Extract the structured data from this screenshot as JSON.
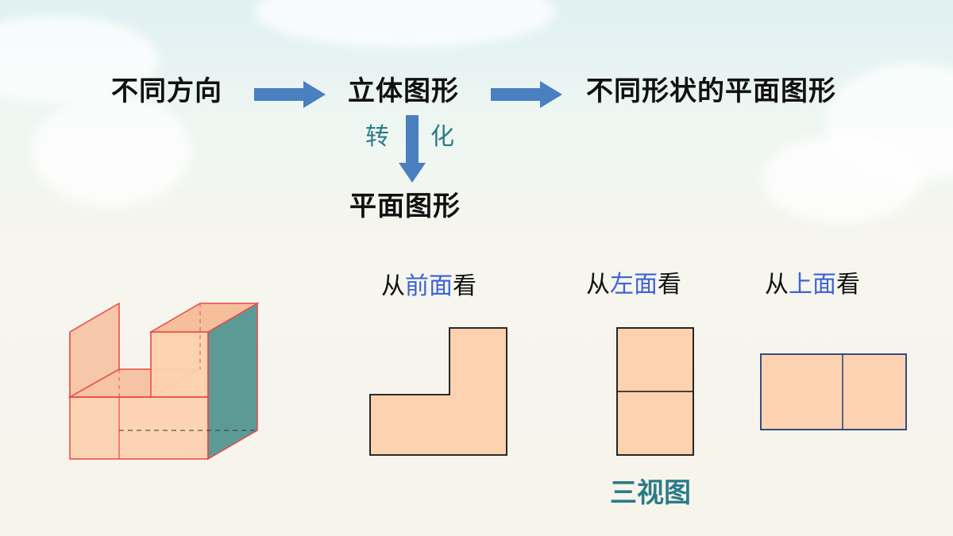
{
  "flow": {
    "step1": "不同方向",
    "step2": "立体图形",
    "step3": "不同形状的平面图形",
    "step4": "平面图形",
    "convert_left": "转",
    "convert_right": "化"
  },
  "views": {
    "front": {
      "prefix": "从",
      "highlight": "前面",
      "suffix": "看"
    },
    "left": {
      "prefix": "从",
      "highlight": "左面",
      "suffix": "看"
    },
    "top": {
      "prefix": "从",
      "highlight": "上面",
      "suffix": "看"
    }
  },
  "caption": "三视图",
  "colors": {
    "arrow": "#4a7fc0",
    "shape_fill": "#fcd2b0",
    "edge_red": "#e84848",
    "side_teal": "#5c9a96",
    "highlight_blue": "#3d63d6",
    "teal_text": "#2a7c8a"
  }
}
